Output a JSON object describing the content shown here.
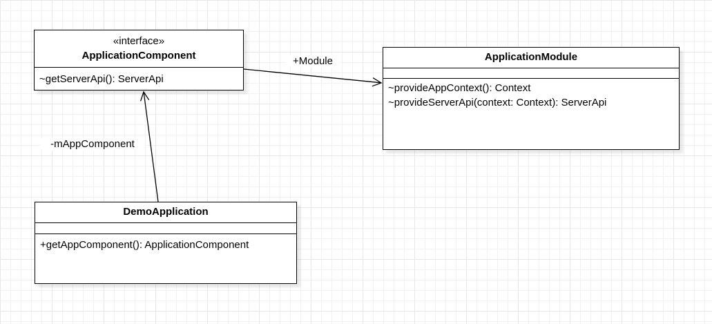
{
  "diagram": {
    "type": "uml-class-diagram",
    "colors": {
      "background": "#ffffff",
      "grid_line": "#f2f2f2",
      "node_fill": "#ffffff",
      "stroke": "#000000"
    },
    "classes": [
      {
        "stereotype": "«interface»",
        "name": "ApplicationComponent",
        "fields": [],
        "methods": [
          "~getServerApi(): ServerApi"
        ]
      },
      {
        "stereotype": "",
        "name": "ApplicationModule",
        "fields": [],
        "methods": [
          "~provideAppContext(): Context",
          "~provideServerApi(context: Context): ServerApi"
        ]
      },
      {
        "stereotype": "",
        "name": "DemoApplication",
        "fields": [],
        "methods": [
          "+getAppComponent(): ApplicationComponent"
        ]
      }
    ],
    "edges": [
      {
        "label": "+Module",
        "from": "ApplicationComponent",
        "to": "ApplicationModule",
        "type": "directed-association-open-arrow"
      },
      {
        "label": "-mAppComponent",
        "from": "DemoApplication",
        "to": "ApplicationComponent",
        "type": "directed-association-open-arrow"
      }
    ]
  }
}
